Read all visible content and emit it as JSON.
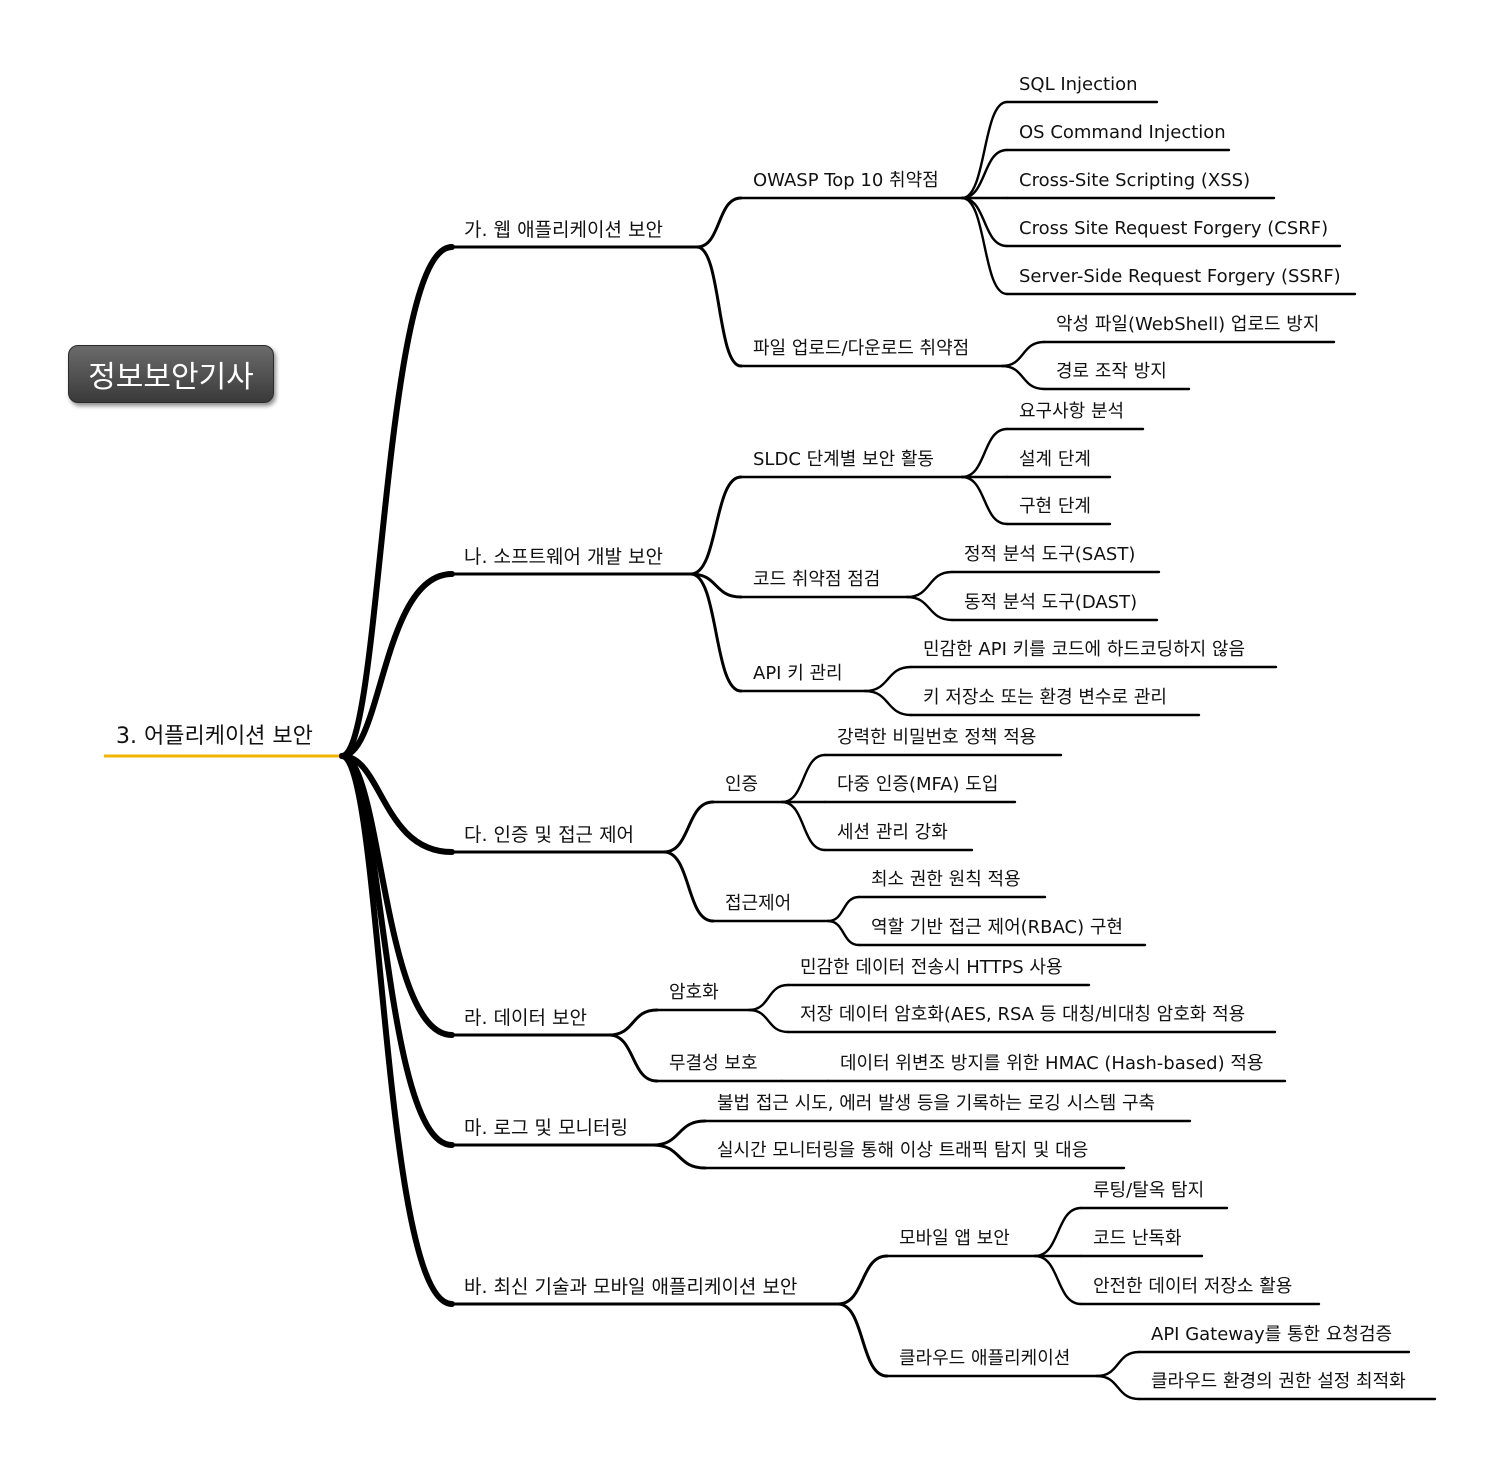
{
  "badge": {
    "title": "정보보안기사"
  },
  "colors": {
    "branch": "#000000",
    "root_underline": "#f0b400",
    "text": "#111111"
  },
  "mindmap": {
    "label": "3. 어플리케이션 보안",
    "children": [
      {
        "label": "가. 웹 애플리케이션 보안",
        "children": [
          {
            "label": "OWASP Top 10 취약점",
            "children": [
              {
                "label": "SQL Injection"
              },
              {
                "label": "OS Command Injection"
              },
              {
                "label": "Cross-Site Scripting (XSS)"
              },
              {
                "label": "Cross Site Request Forgery (CSRF)"
              },
              {
                "label": "Server-Side Request Forgery (SSRF)"
              }
            ]
          },
          {
            "label": "파일 업로드/다운로드 취약점",
            "children": [
              {
                "label": "악성 파일(WebShell) 업로드 방지"
              },
              {
                "label": "경로 조작 방지"
              }
            ]
          }
        ]
      },
      {
        "label": "나. 소프트웨어 개발 보안",
        "children": [
          {
            "label": "SLDC 단계별 보안 활동",
            "children": [
              {
                "label": "요구사항 분석"
              },
              {
                "label": "설계 단계"
              },
              {
                "label": "구현 단계"
              }
            ]
          },
          {
            "label": "코드 취약점 점검",
            "children": [
              {
                "label": "정적 분석 도구(SAST)"
              },
              {
                "label": "동적 분석 도구(DAST)"
              }
            ]
          },
          {
            "label": "API 키 관리",
            "children": [
              {
                "label": "민감한 API 키를 코드에 하드코딩하지 않음"
              },
              {
                "label": "키 저장소 또는 환경 변수로 관리"
              }
            ]
          }
        ]
      },
      {
        "label": "다. 인증 및 접근 제어",
        "children": [
          {
            "label": "인증",
            "children": [
              {
                "label": "강력한 비밀번호 정책 적용"
              },
              {
                "label": "다중 인증(MFA) 도입"
              },
              {
                "label": "세션 관리 강화"
              }
            ]
          },
          {
            "label": "접근제어",
            "children": [
              {
                "label": "최소 권한 원칙 적용"
              },
              {
                "label": "역할 기반 접근 제어(RBAC) 구현"
              }
            ]
          }
        ]
      },
      {
        "label": "라. 데이터 보안",
        "children": [
          {
            "label": "암호화",
            "children": [
              {
                "label": "민감한 데이터 전송시 HTTPS 사용"
              },
              {
                "label": "저장 데이터 암호화(AES, RSA 등 대칭/비대칭 암호화 적용"
              }
            ]
          },
          {
            "label": "무결성 보호",
            "children": [
              {
                "label": "데이터 위변조 방지를 위한 HMAC (Hash-based) 적용"
              }
            ]
          }
        ]
      },
      {
        "label": "마. 로그 및 모니터링",
        "children": [
          {
            "label": "불법 접근 시도, 에러 발생 등을 기록하는 로깅 시스템 구축"
          },
          {
            "label": "실시간 모니터링을 통해 이상 트래픽 탐지 및 대응"
          }
        ]
      },
      {
        "label": "바. 최신 기술과 모바일 애플리케이션 보안",
        "children": [
          {
            "label": "모바일 앱 보안",
            "children": [
              {
                "label": "루팅/탈옥 탐지"
              },
              {
                "label": "코드 난독화"
              },
              {
                "label": "안전한 데이터 저장소 활용"
              }
            ]
          },
          {
            "label": "클라우드 애플리케이션",
            "children": [
              {
                "label": "API Gateway를 통한 요청검증"
              },
              {
                "label": "클라우드 환경의 권한 설정 최적화"
              }
            ]
          }
        ]
      }
    ]
  }
}
